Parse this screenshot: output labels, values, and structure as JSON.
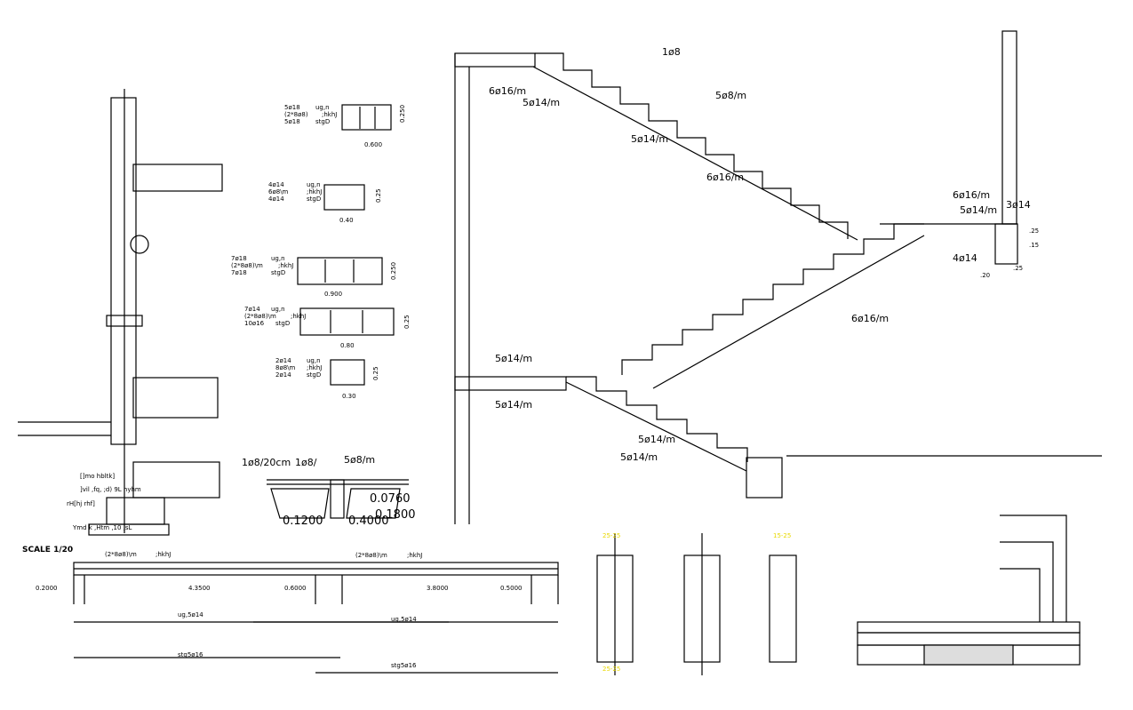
{
  "scale_label": "SCALE 1/20",
  "beam_sections": [
    {
      "top": "5ø18",
      "stirrup": "(2*8ø8)",
      "bottom": "5ø18",
      "top_tag": "ug,n",
      "stirrup_tag": ";hkhJ",
      "bottom_tag": "stgD",
      "width": "0.600",
      "height": "0.250"
    },
    {
      "top": "4ø14",
      "stirrup": "6ø8\\m",
      "bottom": "4ø14",
      "top_tag": "ug,n",
      "stirrup_tag": ";hkhJ",
      "bottom_tag": "stgD",
      "width": "0.40",
      "height": "0.25"
    },
    {
      "top": "7ø18",
      "stirrup": "(2*8ø8)\\m",
      "bottom": "7ø18",
      "top_tag": "ug,n",
      "stirrup_tag": ";hkhJ",
      "bottom_tag": "stgD",
      "width": "0.900",
      "height": "0.250"
    },
    {
      "top": "7ø14",
      "stirrup": "(2*8ø8)\\m",
      "bottom": "10ø16",
      "top_tag": "ug,n",
      "stirrup_tag": ";hkhJ",
      "bottom_tag": "stgD",
      "width": "0.80",
      "height": "0.25"
    },
    {
      "top": "2ø14",
      "stirrup": "8ø8\\m",
      "bottom": "2ø14",
      "top_tag": "ug,n",
      "stirrup_tag": ";hkhJ",
      "bottom_tag": "stgD",
      "width": "0.30",
      "height": "0.25"
    }
  ],
  "rib_slab": {
    "labels": [
      "1ø8/20cm",
      "1ø8/",
      "5ø8/m"
    ],
    "dims": [
      "0.0760",
      "0.1800",
      "0.1200",
      "0.4000"
    ]
  },
  "wall_section": {
    "labels": [
      "[]mo hbltk]",
      "]vil ,fq, ;d) 9L hyhm",
      "rH[hj rhf]",
      "Ymd k ,Htm ,10 ,sL"
    ]
  },
  "continuous_beam": {
    "stirrup_labels": [
      "(2*8ø8)\\m",
      ";hkhJ",
      "(2*8ø8)\\m",
      ";hkhJ"
    ],
    "dims": [
      "0.2000",
      "4.3500",
      "0.6000",
      "3.8000",
      "0.5000"
    ],
    "top_bars": [
      "ug,5ø14",
      "ug,5ø14"
    ],
    "bottom_bars": [
      "stg5ø16",
      "stg5ø16"
    ]
  },
  "stair": {
    "labels": [
      "1ø8",
      "6ø16/m",
      "5ø14/m",
      "5ø8/m",
      "5ø14/m",
      "6ø16/m",
      "6ø16/m",
      "5ø14/m",
      "3ø14",
      "4ø14",
      "6ø16/m",
      "5ø14/m",
      "5ø14/m",
      "5ø14/m",
      "5ø14/m"
    ],
    "dims": [
      ".20",
      ".25",
      ".15",
      ".25"
    ]
  },
  "detail_tags": [
    "25-25",
    "15-25",
    "25-25"
  ],
  "colors": {
    "lines": "#000000",
    "annotation": "#e8d800",
    "background": "#ffffff"
  }
}
